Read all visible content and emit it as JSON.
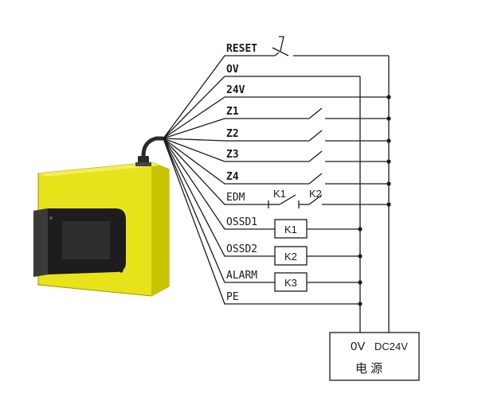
{
  "terminals": {
    "reset": "RESET",
    "ov": "OV",
    "v24": "24V",
    "z1": "Z1",
    "z2": "Z2",
    "z3": "Z3",
    "z4": "Z4",
    "edm": "EDM",
    "ossd1": "OSSD1",
    "ossd2": "OSSD2",
    "alarm": "ALARM",
    "pe": "PE"
  },
  "edm_contacts": {
    "k1": "K1",
    "k2": "K2"
  },
  "relays": {
    "k1": "K1",
    "k2": "K2",
    "k3": "K3"
  },
  "power_supply": {
    "ov": "0V",
    "dc": "DC24V",
    "name": "电 源"
  },
  "colors": {
    "device_body": "#e8e21a",
    "device_shadow": "#b9b400",
    "lens_window": "#1d1d1d",
    "wire": "#1a1a1a"
  }
}
